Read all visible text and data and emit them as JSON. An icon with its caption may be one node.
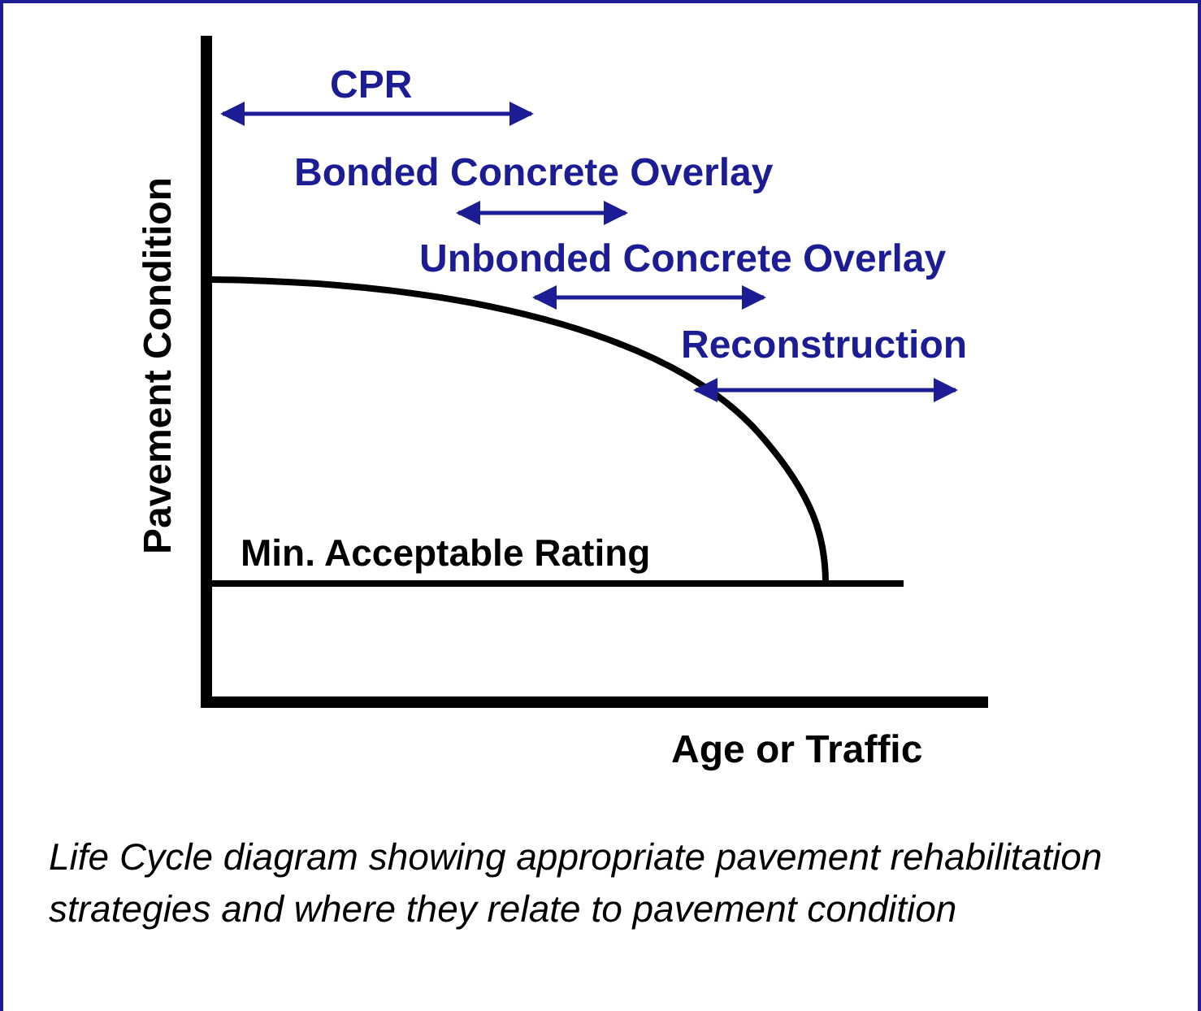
{
  "diagram": {
    "caption": "Life Cycle diagram showing appropriate pavement rehabilitation strategies and where they relate to pavement condition",
    "labels": [
      "CPR",
      "Bonded Concrete Overlay",
      "Unbonded Concrete Overlay",
      "Reconstruction",
      "Pavement Condition",
      "Min. Acceptable Rating",
      "Age or Traffic"
    ]
  }
}
